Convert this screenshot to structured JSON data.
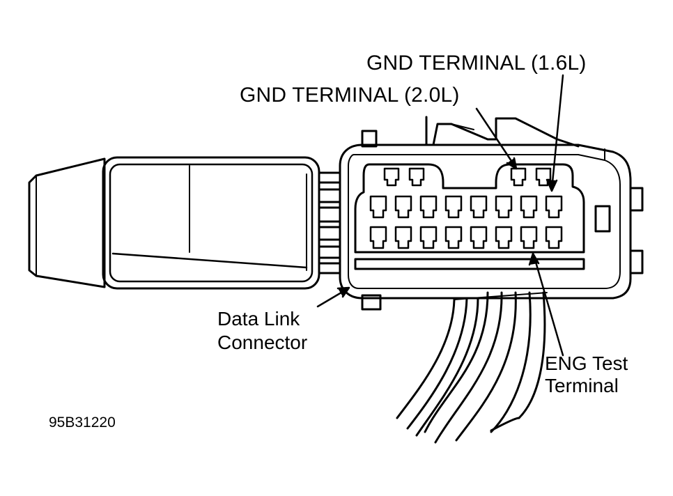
{
  "labels": {
    "gnd_16": "GND TERMINAL (1.6L)",
    "gnd_20": "GND TERMINAL (2.0L)",
    "dlc_line1": "Data Link",
    "dlc_line2": "Connector",
    "eng_line1": "ENG Test",
    "eng_line2": "Terminal",
    "figure_code": "95B31220"
  },
  "colors": {
    "ink": "#000000",
    "paper": "#ffffff"
  }
}
